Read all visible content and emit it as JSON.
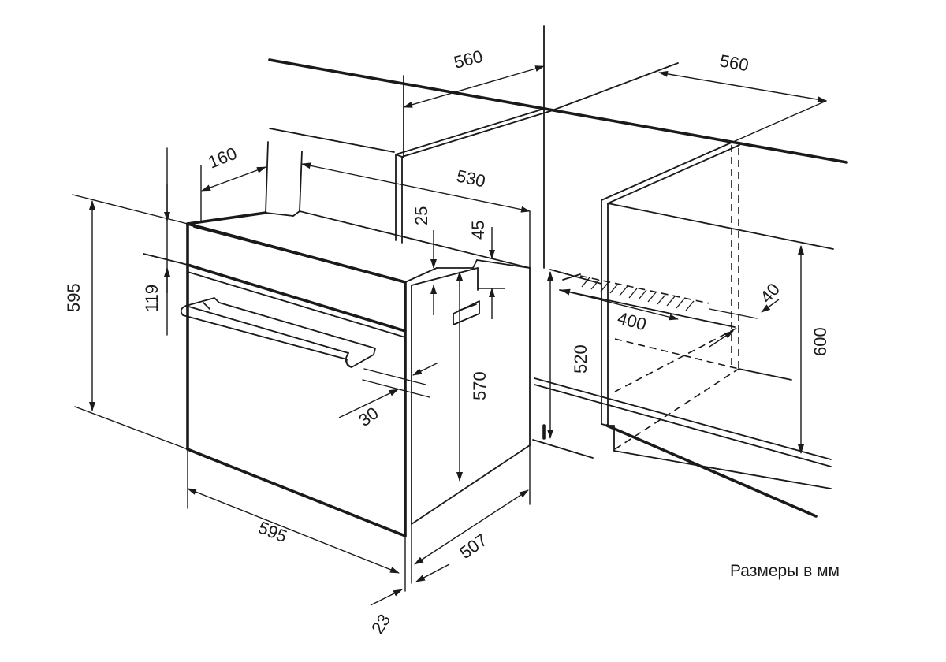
{
  "units_note": "Размеры в мм",
  "dimensions": {
    "niche_depth": "560",
    "niche_width": "560",
    "oven_depth_top": "530",
    "top_setback": "160",
    "oven_height": "595",
    "panel_height": "119",
    "top_gap": "25",
    "step_height": "45",
    "niche_height_left": "520",
    "body_height": "570",
    "niche_height": "600",
    "vent_length": "400",
    "vent_width": "40",
    "handle_offset": "30",
    "oven_width": "595",
    "body_depth": "507",
    "door_thickness": "23"
  },
  "colors": {
    "line": "#1a1a1a",
    "background": "#ffffff"
  }
}
